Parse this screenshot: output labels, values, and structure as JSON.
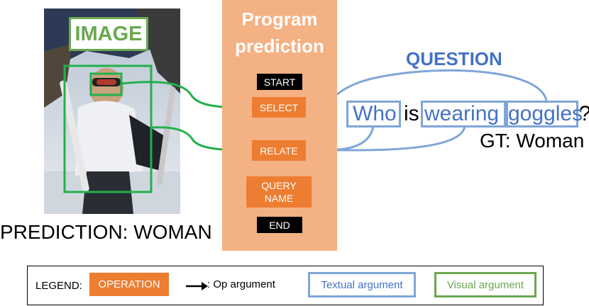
{
  "image_panel": {
    "label": "IMAGE",
    "prediction": "PREDICTION: WOMAN"
  },
  "program": {
    "title_line1": "Program",
    "title_line2": "prediction",
    "start": "START",
    "ops": [
      "SELECT",
      "RELATE"
    ],
    "query_line1": "QUERY",
    "query_line2": "NAME",
    "end": "END"
  },
  "question": {
    "title": "QUESTION",
    "words": [
      "Who",
      "is",
      "wearing",
      "goggles",
      "?"
    ],
    "ground_truth": "GT: Woman"
  },
  "legend": {
    "label": "LEGEND:",
    "operation": "OPERATION",
    "arrow_text": ": Op argument",
    "textual": "Textual argument",
    "visual": "Visual argument"
  },
  "colors": {
    "operation": "#ED7D31",
    "panel": "#F4B183",
    "textual": "#4472C4",
    "textual_box": "#7EA6D8",
    "visual": "#6AA84F",
    "visual_line": "#22B14C",
    "terminal": "#000000"
  }
}
